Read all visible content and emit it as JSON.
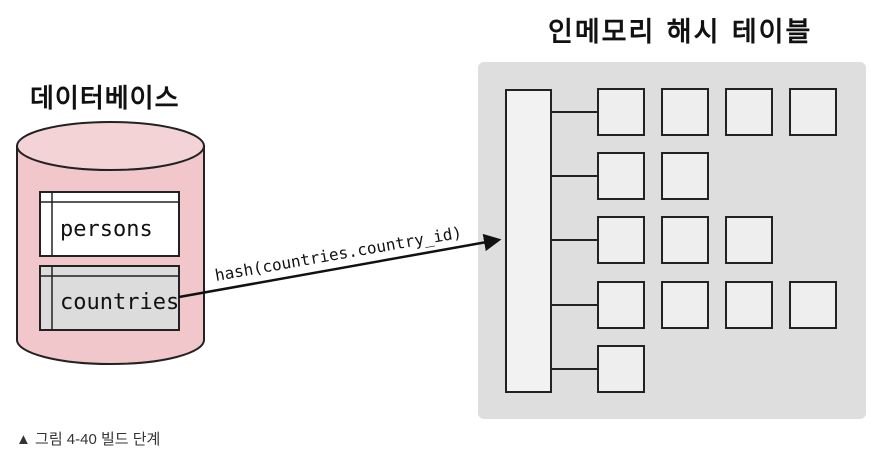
{
  "database": {
    "title": "데이터베이스",
    "tables": [
      {
        "name": "persons"
      },
      {
        "name": "countries"
      }
    ]
  },
  "hash_table": {
    "title": "인메모리 해시 테이블",
    "bucket_rows": [
      4,
      2,
      3,
      4,
      1
    ]
  },
  "arrow_label": "hash(countries.country_id)",
  "caption": "▲ 그림 4-40 빌드 단계"
}
